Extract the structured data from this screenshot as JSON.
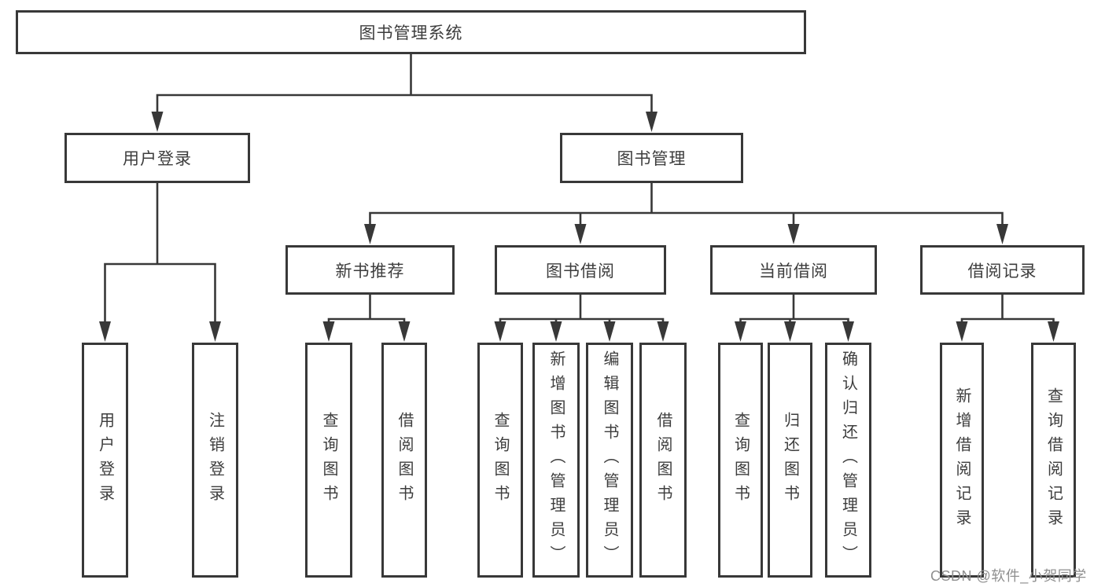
{
  "diagram_title": "图书管理系统",
  "nodes": {
    "root": {
      "label": "图书管理系统"
    },
    "branches": [
      {
        "label": "用户登录",
        "children": [
          {
            "label": "用户登录"
          },
          {
            "label": "注销登录"
          }
        ]
      },
      {
        "label": "图书管理",
        "children": [
          {
            "label": "新书推荐",
            "children": [
              {
                "label": "查询图书"
              },
              {
                "label": "借阅图书"
              }
            ]
          },
          {
            "label": "图书借阅",
            "children": [
              {
                "label": "查询图书"
              },
              {
                "label": "新增图书（管理员）"
              },
              {
                "label": "编辑图书（管理员）"
              },
              {
                "label": "借阅图书"
              }
            ]
          },
          {
            "label": "当前借阅",
            "children": [
              {
                "label": "查询图书"
              },
              {
                "label": "归还图书"
              },
              {
                "label": "确认归还（管理员）"
              }
            ]
          },
          {
            "label": "借阅记录",
            "children": [
              {
                "label": "新增借阅记录"
              },
              {
                "label": "查询借阅记录"
              }
            ]
          }
        ]
      }
    ]
  },
  "watermark": {
    "text": "CSDN @软件_小贺同学"
  },
  "colors": {
    "line": "#383838",
    "box_border": "#383838",
    "text": "#3d3d3d",
    "box_background": "#ffffff",
    "page_background": "#ffffff",
    "watermark": "#8f8f8f"
  }
}
